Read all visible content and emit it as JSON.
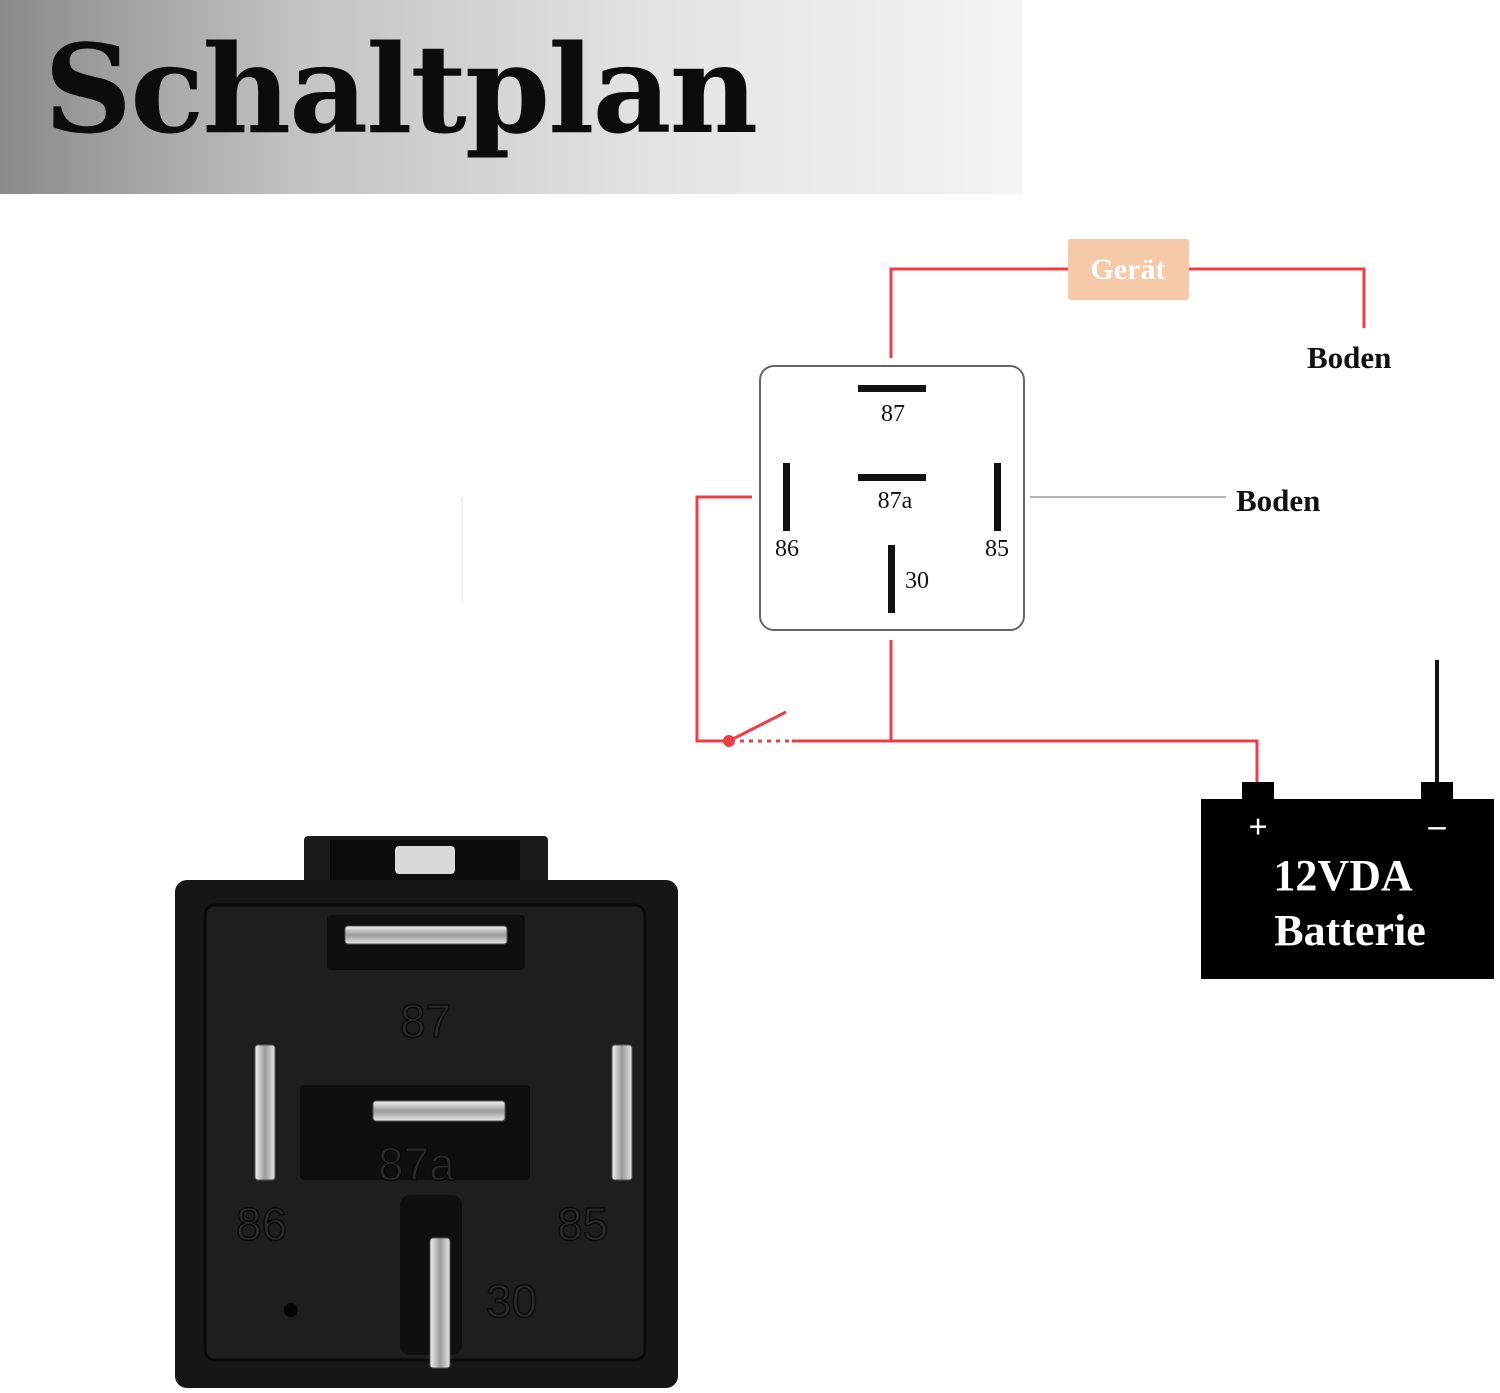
{
  "banner": {
    "title": "Schaltplan"
  },
  "schematic": {
    "device_label": "Gerät",
    "ground_label_top": "Boden",
    "ground_label_mid": "Boden",
    "pins": {
      "p87": "87",
      "p87a": "87a",
      "p86": "86",
      "p85": "85",
      "p30": "30"
    },
    "battery": {
      "plus": "+",
      "minus": "–",
      "line1": "12VDA",
      "line2": "Batterie"
    }
  },
  "relay_photo": {
    "pins": {
      "p87": "87",
      "p87a": "87a",
      "p86": "86",
      "p85": "85",
      "p30": "30"
    }
  },
  "colors": {
    "wire": "#ee3d47",
    "wire_ground": "#b5b5b5",
    "device_fill": "#f6c9a8",
    "device_text": "#ffffff",
    "relay_body": "#141414",
    "battery_fill": "#000000"
  }
}
